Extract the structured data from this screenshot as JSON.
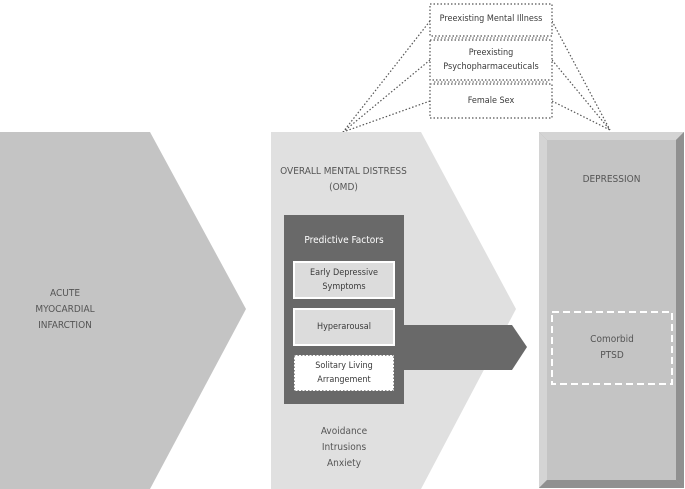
{
  "acute_mi": {
    "label": "ACUTE\nMYOCARDIAL\nINFARCTION"
  },
  "omd": {
    "title": "OVERALL MENTAL DISTRESS\n(OMD)",
    "symptoms": "Avoidance\nIntrusions\nAnxiety"
  },
  "predictive": {
    "title": "Predictive Factors",
    "items": [
      "Early Depressive\nSymptoms",
      "Hyperarousal",
      "Solitary Living\nArrangement"
    ]
  },
  "preexisting": {
    "items": [
      "Preexisting Mental Illness",
      "Preexisting\nPsychopharmaceuticals",
      "Female Sex"
    ]
  },
  "depression": {
    "label": "DEPRESSION",
    "comorbid": "Comorbid\nPTSD"
  },
  "colors": {
    "dark_box": "#696969",
    "light_bg": "#dcdcdc",
    "mid_gray": "#c4c4c4",
    "border": "#8c8c8c"
  }
}
